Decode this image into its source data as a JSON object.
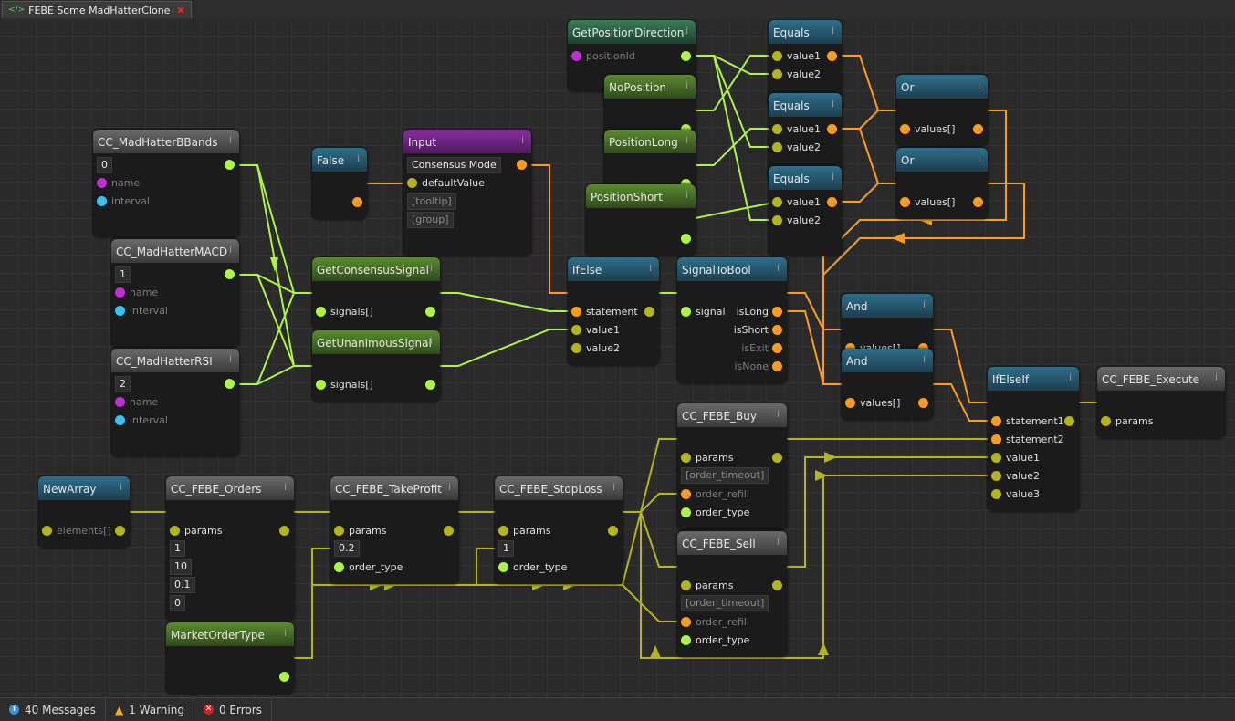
{
  "tab": {
    "title": "FEBE Some MadHatterClone"
  },
  "info_glyph": "i",
  "nodes": {
    "bbands": {
      "title": "CC_MadHatterBBands",
      "value": "0",
      "name": "name",
      "interval": "interval"
    },
    "macd": {
      "title": "CC_MadHatterMACD",
      "value": "1",
      "name": "name",
      "interval": "interval"
    },
    "rsi": {
      "title": "CC_MadHatterRSI",
      "value": "2",
      "name": "name",
      "interval": "interval"
    },
    "false": {
      "title": "False"
    },
    "input": {
      "title": "Input",
      "value": "Consensus Mode",
      "default": "defaultValue",
      "tooltip": "[tooltip]",
      "group": "[group]"
    },
    "consensus": {
      "title": "GetConsensusSignal",
      "signals": "signals[]"
    },
    "unanimous": {
      "title": "GetUnanimousSignal",
      "signals": "signals[]"
    },
    "getpos": {
      "title": "GetPositionDirection",
      "position": "positionId"
    },
    "nopos": {
      "title": "NoPosition"
    },
    "poslong": {
      "title": "PositionLong"
    },
    "posshort": {
      "title": "PositionShort"
    },
    "eq1": {
      "title": "Equals",
      "v1": "value1",
      "v2": "value2"
    },
    "eq2": {
      "title": "Equals",
      "v1": "value1",
      "v2": "value2"
    },
    "eq3": {
      "title": "Equals",
      "v1": "value1",
      "v2": "value2"
    },
    "or1": {
      "title": "Or",
      "values": "values[]"
    },
    "or2": {
      "title": "Or",
      "values": "values[]"
    },
    "ifelse": {
      "title": "IfElse",
      "statement": "statement",
      "v1": "value1",
      "v2": "value2"
    },
    "sigbool": {
      "title": "SignalToBool",
      "signal": "signal",
      "islong": "isLong",
      "isshort": "isShort",
      "isexit": "isExit",
      "isnone": "isNone"
    },
    "and1": {
      "title": "And",
      "values": "values[]"
    },
    "and2": {
      "title": "And",
      "values": "values[]"
    },
    "ifelseif": {
      "title": "IfElseIf",
      "s1": "statement1",
      "s2": "statement2",
      "v1": "value1",
      "v2": "value2",
      "v3": "value3"
    },
    "execute": {
      "title": "CC_FEBE_Execute",
      "params": "params"
    },
    "buy": {
      "title": "CC_FEBE_Buy",
      "params": "params",
      "timeout": "[order_timeout]",
      "refill": "order_refill",
      "type": "order_type"
    },
    "sell": {
      "title": "CC_FEBE_Sell",
      "params": "params",
      "timeout": "[order_timeout]",
      "refill": "order_refill",
      "type": "order_type"
    },
    "newarray": {
      "title": "NewArray",
      "elements": "elements[]"
    },
    "orders": {
      "title": "CC_FEBE_Orders",
      "params": "params",
      "values": [
        "1",
        "10",
        "0.1",
        "0"
      ]
    },
    "takeprofit": {
      "title": "CC_FEBE_TakeProfit",
      "params": "params",
      "value": "0.2",
      "type": "order_type"
    },
    "stoploss": {
      "title": "CC_FEBE_StopLoss",
      "params": "params",
      "value": "1",
      "type": "order_type"
    },
    "markettype": {
      "title": "MarketOrderType"
    }
  },
  "status": {
    "messages": "40 Messages",
    "warnings": "1 Warning",
    "errors": "0 Errors"
  },
  "colors": {
    "bool": "#fb9c1f",
    "signal": "#adf349",
    "params": "#b4b41c",
    "string": "#c12ed8",
    "number": "#37c3f0"
  }
}
